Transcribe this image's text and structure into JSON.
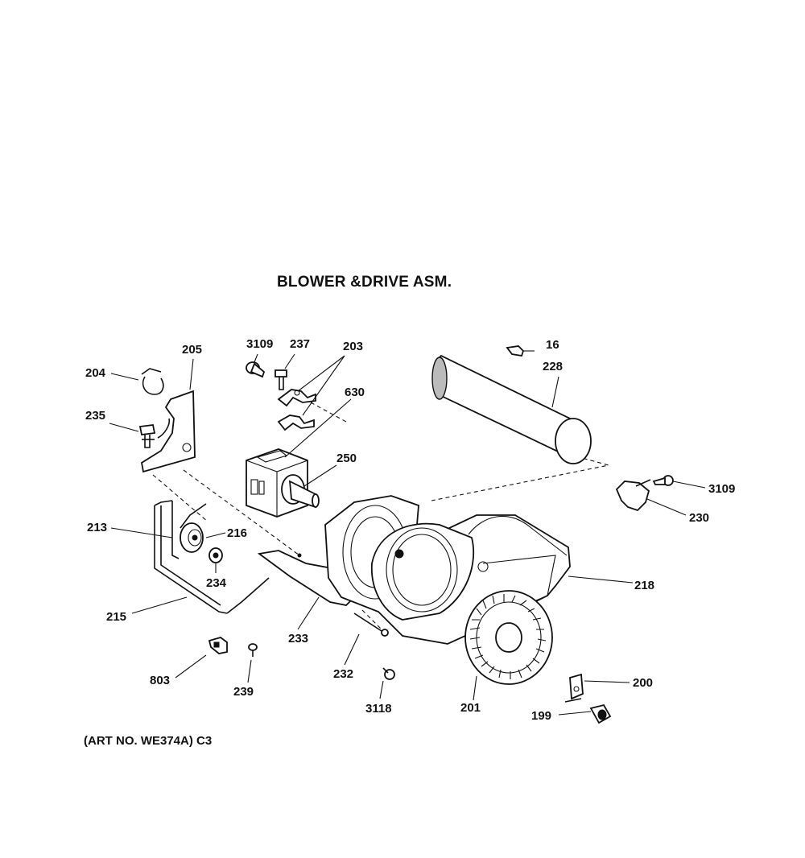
{
  "title": "BLOWER &DRIVE ASM.",
  "art_no": "(ART NO. WE374A) C3",
  "labels": {
    "p3109a": "3109",
    "p237": "237",
    "p203": "203",
    "p16": "16",
    "p205": "205",
    "p204": "204",
    "p228": "228",
    "p630": "630",
    "p235": "235",
    "p250": "250",
    "p3109b": "3109",
    "p230": "230",
    "p213": "213",
    "p216": "216",
    "p234": "234",
    "p218": "218",
    "p215": "215",
    "p233": "233",
    "p232": "232",
    "p803": "803",
    "p239": "239",
    "p3118": "3118",
    "p201": "201",
    "p200": "200",
    "p199": "199"
  }
}
